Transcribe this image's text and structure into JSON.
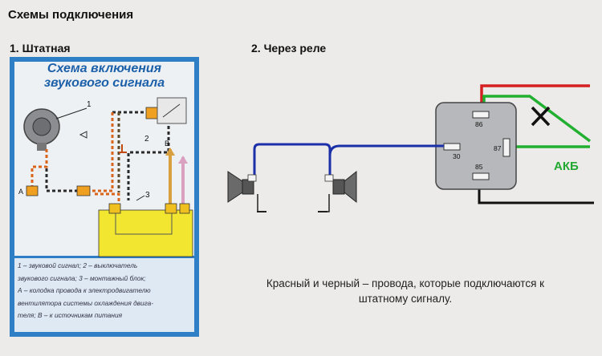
{
  "title": "Схемы подключения",
  "section1_label": "1. Штатная",
  "section2_label": "2. Через реле",
  "panel": {
    "title_line1": "Схема включения",
    "title_line2": "звукового сигнала",
    "callout_1": "1",
    "callout_2": "2",
    "callout_3": "3",
    "label_A": "А",
    "label_B": "В",
    "legend_lines": [
      "1 – звуковой сигнал; 2 – выключатель",
      "звукового сигнала; 3 – монтажный блок;",
      "А – колодка провода к электродвигателю",
      "вентилятора системы охлаждения двига-",
      "теля; В – к источникам питания"
    ]
  },
  "relay": {
    "pin_86": "86",
    "pin_30": "30",
    "pin_87": "87",
    "pin_85": "85",
    "battery_label": "АКБ"
  },
  "caption_line1": "Красный и черный – провода, которые подключаются к",
  "caption_line2": "штатному сигналу.",
  "colors": {
    "panel_blue": "#2f7fc6",
    "block_yellow": "#f2e630",
    "wire_blue": "#1a2fa8",
    "wire_red": "#d42020",
    "wire_green": "#22b030",
    "akb_green": "#22a830"
  }
}
